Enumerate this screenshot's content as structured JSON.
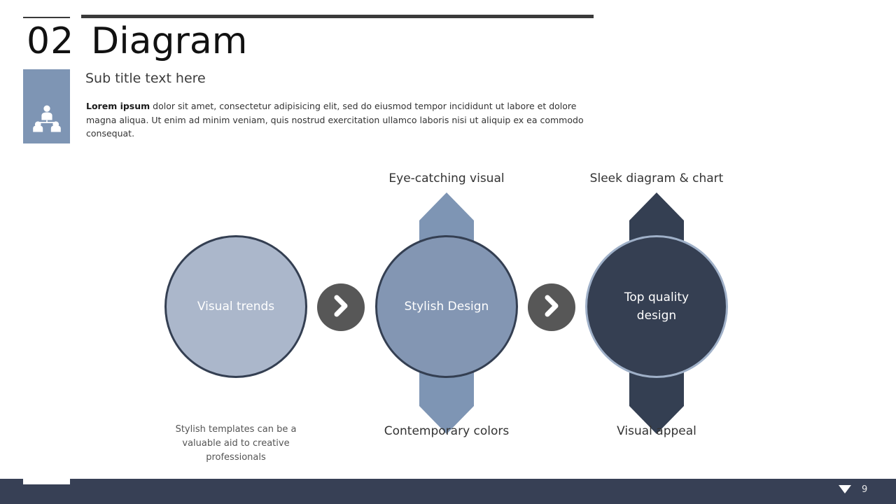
{
  "header": {
    "number": "02",
    "title": "Diagram",
    "subtitle": "Sub title text here",
    "icon": "people-group-icon"
  },
  "body": {
    "lead": "Lorem ipsum",
    "text": " dolor sit amet, consectetur adipisicing elit, sed do eiusmod tempor incididunt ut labore et dolore magna aliqua. Ut enim ad minim veniam, quis nostrud exercitation ullamco laboris nisi ut aliquip ex ea commodo consequat."
  },
  "diagram": {
    "steps": [
      {
        "circle_label": "Visual trends",
        "label_top": "",
        "label_bottom": "",
        "caption": "Stylish templates can be a valuable aid to creative professionals",
        "fill": "#abb7cb",
        "border": "#343f52",
        "has_arrows": false
      },
      {
        "circle_label": "Stylish Design",
        "label_top": "Eye-catching visual",
        "label_bottom": "Contemporary colors",
        "caption": "",
        "fill": "#8396b3",
        "border": "#343f52",
        "arrow_fill": "#7e95b4",
        "has_arrows": true
      },
      {
        "circle_label": "Top quality design",
        "label_top": "Sleek diagram & chart",
        "label_bottom": "Visual appeal",
        "caption": "",
        "fill": "#353f52",
        "border": "#9fb0c8",
        "arrow_fill": "#343f52",
        "has_arrows": true
      }
    ],
    "connectors": [
      {
        "icon": "chevron-right-icon",
        "color": "#575757"
      },
      {
        "icon": "chevron-right-icon",
        "color": "#575757"
      }
    ]
  },
  "footer": {
    "page_number": "9",
    "nav_icon": "triangle-down-icon",
    "bar_color": "#374055"
  }
}
